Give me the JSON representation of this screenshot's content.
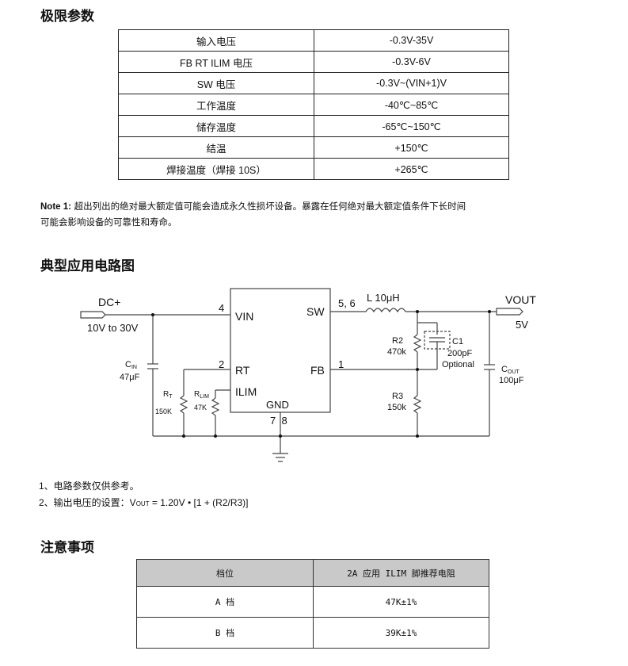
{
  "limits": {
    "title": "极限参数",
    "rows": [
      {
        "param": "输入电压",
        "value": "-0.3V-35V"
      },
      {
        "param": "FB RT ILIM 电压",
        "value": "-0.3V-6V"
      },
      {
        "param": "SW 电压",
        "value": "-0.3V~(VIN+1)V"
      },
      {
        "param": "工作温度",
        "value": "-40℃~85℃"
      },
      {
        "param": "储存温度",
        "value": "-65℃~150℃"
      },
      {
        "param": "结温",
        "value": "+150℃"
      },
      {
        "param": "焊接温度（焊接 10S）",
        "value": "+265℃"
      }
    ]
  },
  "note": {
    "label": "Note 1:",
    "line1": "超出列出的绝对最大额定值可能会造成永久性损坏设备。暴露在任何绝对最大额定值条件下长时间",
    "line2": "可能会影响设备的可靠性和寿命。"
  },
  "circuit": {
    "title": "典型应用电路图",
    "dc_in": "DC+",
    "vin_range": "10V to 30V",
    "pin_vin_num": "4",
    "pin_vin": "VIN",
    "pin_sw": "SW",
    "pin_sw_num": "5, 6",
    "inductor": "L 10μH",
    "vout": "VOUT",
    "vout_val": "5V",
    "cin": "C",
    "cin_sub": "IN",
    "cin_val": "47μF",
    "pin_rt_num": "2",
    "pin_rt": "RT",
    "pin_fb": "FB",
    "pin_fb_num": "1",
    "pin_ilim": "ILIM",
    "pin_gnd": "GND",
    "pin_gnd_nums": "7  8",
    "rt": "R",
    "rt_sub": "T",
    "rt_val": "150K",
    "rlim": "R",
    "rlim_sub": "LIM",
    "rlim_val": "47K",
    "r2": "R2",
    "r2_val": "470k",
    "c1": "C1",
    "c1_val": "200pF",
    "c1_opt": "Optional",
    "cout": "C",
    "cout_sub": "OUT",
    "cout_val": "100μF",
    "r3": "R3",
    "r3_val": "150k"
  },
  "circuit_notes": {
    "n1": "1、电路参数仅供参考。",
    "n2_prefix": "2、输出电压的设置：V",
    "n2_sub": "OUT",
    "n2_suffix": " = 1.20V • [1 + (R2/R3)]"
  },
  "notice": {
    "title": "注意事项",
    "headers": [
      "档位",
      "2A 应用 ILIM 脚推荐电阻"
    ],
    "rows": [
      {
        "gear": "A 档",
        "res": "47K±1%"
      },
      {
        "gear": "B 档",
        "res": "39K±1%"
      }
    ]
  }
}
